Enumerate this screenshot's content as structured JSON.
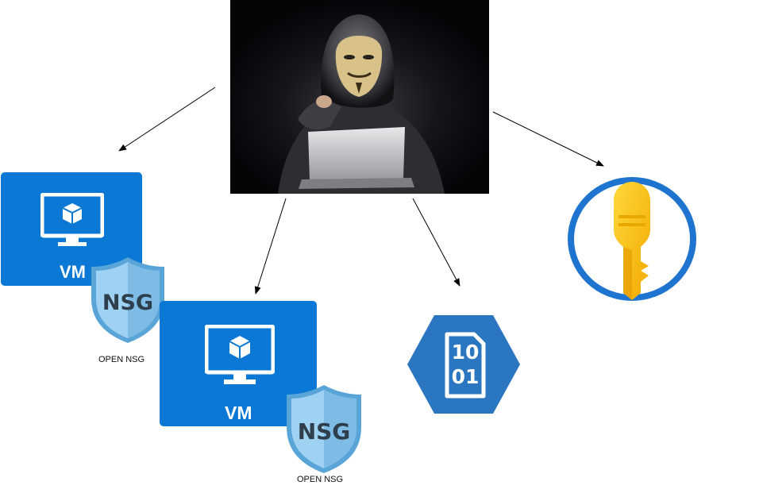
{
  "colors": {
    "vm_blue": "#0a78d4",
    "shield_light": "#9fd1f2",
    "shield_dark": "#5aa5d8",
    "storage_blue": "#2a76c0",
    "key_gold": "#f9c400",
    "ring_blue": "#1f74cf"
  },
  "vm_left": {
    "label": "VM"
  },
  "vm_center": {
    "label": "VM"
  },
  "nsg_left": {
    "text": "NSG",
    "caption": "OPEN NSG"
  },
  "nsg_center": {
    "text": "NSG",
    "caption": "OPEN NSG"
  },
  "storage": {
    "line1": "10",
    "line2": "01"
  },
  "icons": {
    "attacker": "hooded-hacker-image",
    "vm": "monitor-cube-icon",
    "nsg": "shield-icon",
    "storage": "binary-blob-icon",
    "keyvault": "key-icon"
  }
}
